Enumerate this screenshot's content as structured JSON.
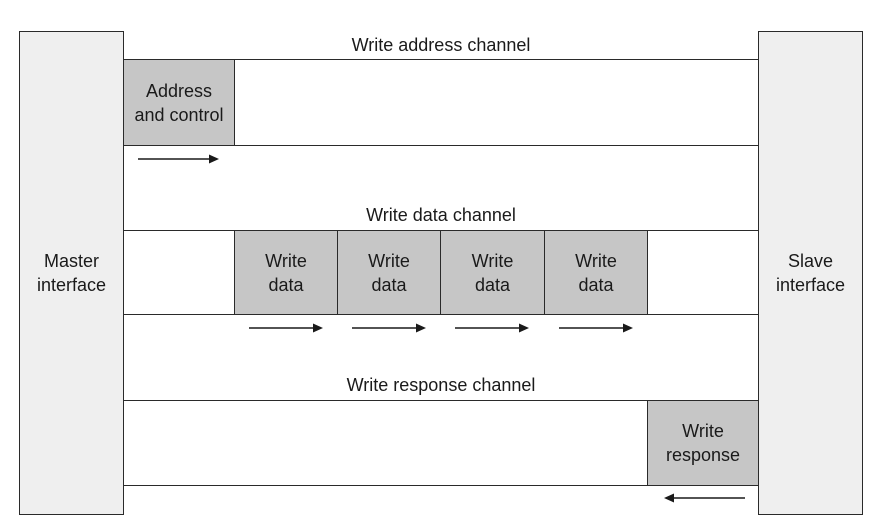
{
  "master_interface": [
    "Master",
    "interface"
  ],
  "slave_interface": [
    "Slave",
    "interface"
  ],
  "channels": {
    "write_address": {
      "title": "Write address channel",
      "box": [
        "Address",
        "and control"
      ]
    },
    "write_data": {
      "title": "Write data channel",
      "boxes": [
        [
          "Write",
          "data"
        ],
        [
          "Write",
          "data"
        ],
        [
          "Write",
          "data"
        ],
        [
          "Write",
          "data"
        ]
      ]
    },
    "write_response": {
      "title": "Write response channel",
      "box": [
        "Write",
        "response"
      ]
    }
  },
  "colors": {
    "interface_fill": "#efefef",
    "packet_fill": "#c6c6c6",
    "stroke": "#2a2a2a"
  }
}
